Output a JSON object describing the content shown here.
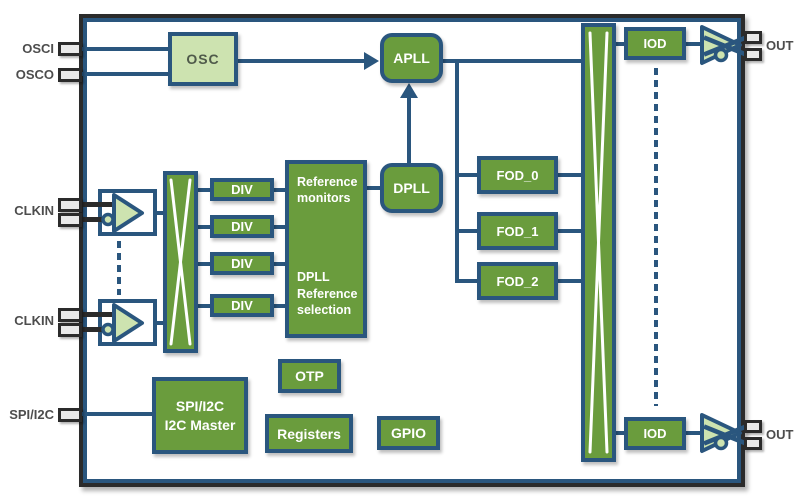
{
  "diagram": {
    "pins_left": [
      {
        "label": "OSCI"
      },
      {
        "label": "OSCO"
      },
      {
        "label": "CLKIN"
      },
      {
        "label": "CLKIN"
      },
      {
        "label": "SPI/I2C"
      }
    ],
    "pins_right": [
      {
        "label": "OUT"
      },
      {
        "label": "OUT"
      }
    ],
    "blocks": {
      "osc": "OSC",
      "apll": "APLL",
      "dpll": "DPLL",
      "divs": [
        "DIV",
        "DIV",
        "DIV",
        "DIV"
      ],
      "ref_monitor": "Reference monitors",
      "ref_selection": "DPLL Reference selection",
      "fods": [
        "FOD_0",
        "FOD_1",
        "FOD_2"
      ],
      "iod_top": "IOD",
      "iod_bottom": "IOD",
      "otp": "OTP",
      "registers": "Registers",
      "gpio": "GPIO",
      "spi_line1": "SPI/I2C",
      "spi_line2": "I2C Master"
    },
    "colors": {
      "block_fill_green": "#6A9C3D",
      "light_green": "#CDE3B0",
      "outline_blue": "#2A567E",
      "chip_black": "#2B2B2B",
      "pin_fill": "#E9E9E9",
      "label_text": "#4D4D4D",
      "block_text": "#FFFFFF"
    }
  }
}
